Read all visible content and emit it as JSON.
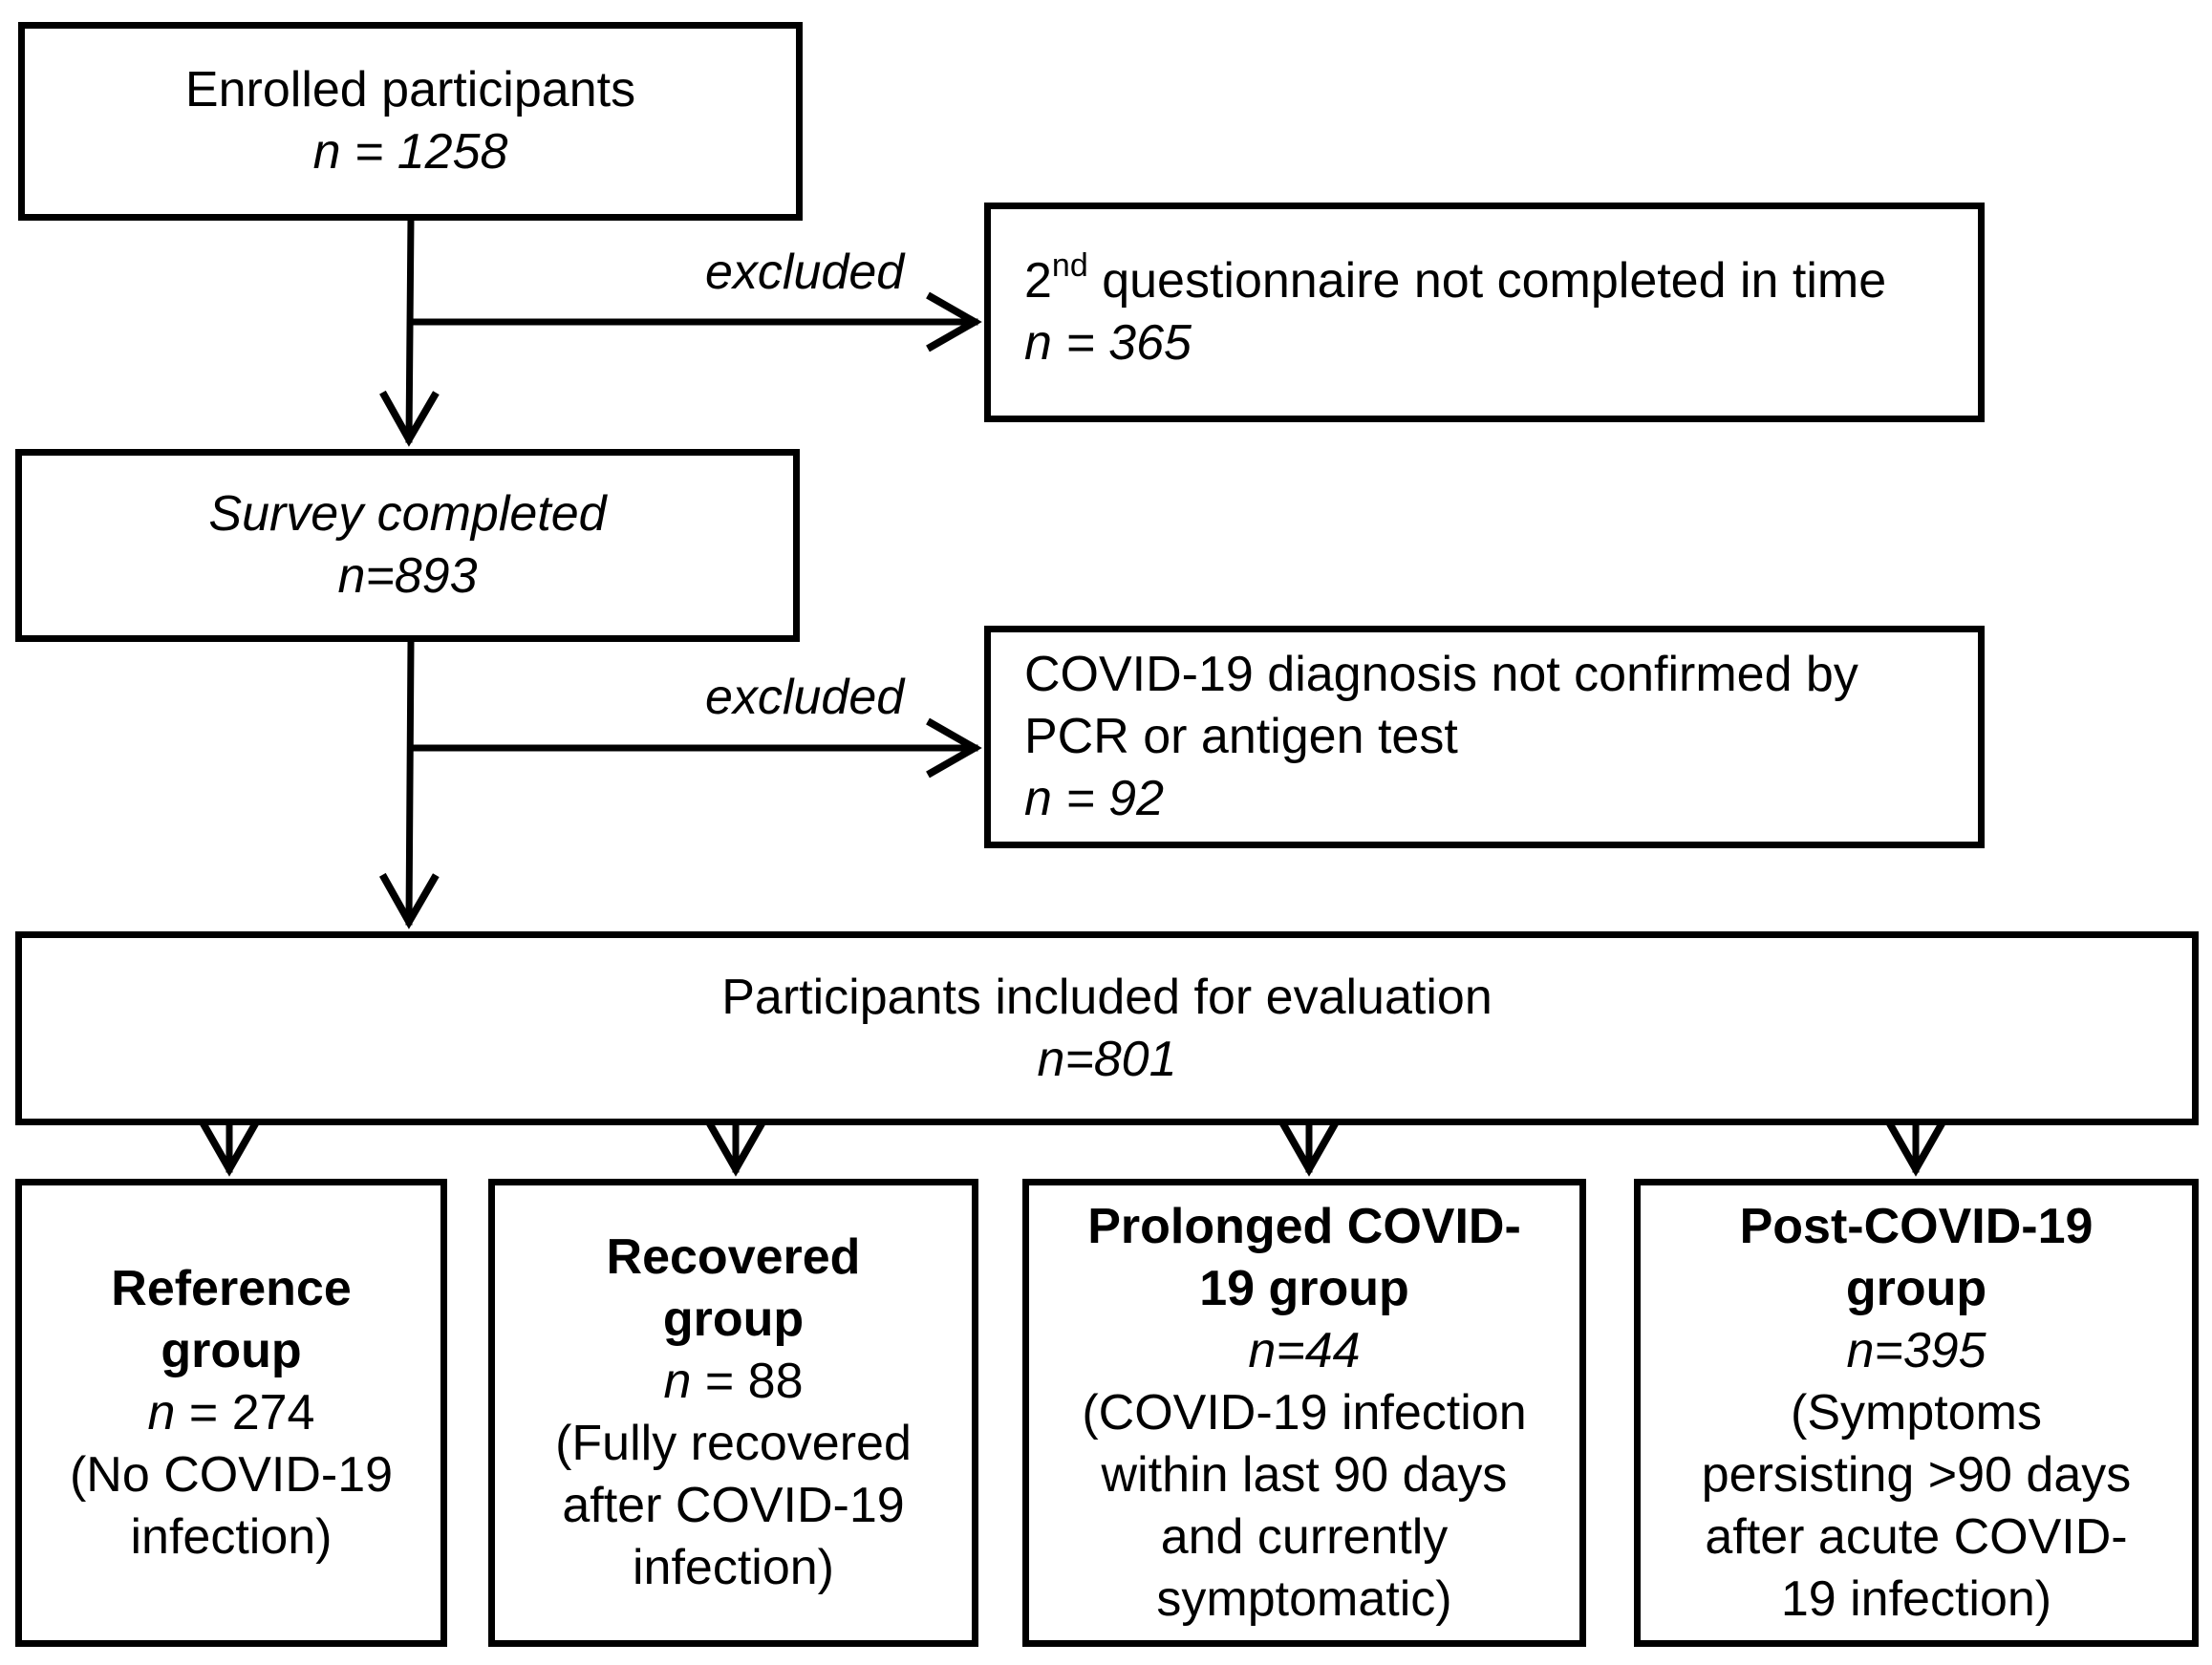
{
  "enrolled": {
    "title": "Enrolled participants",
    "n": "n = 1258"
  },
  "exclusion1": {
    "label": "excluded",
    "ordinal": "2",
    "ordinal_suffix": "nd",
    "text": " questionnaire not completed in time",
    "n": "n = 365"
  },
  "survey": {
    "title": "Survey completed",
    "n": "n=893"
  },
  "exclusion2": {
    "label": "excluded",
    "line1": "COVID-19 diagnosis not confirmed by",
    "line2": "PCR or antigen test",
    "n": "n = 92"
  },
  "included": {
    "title": "Participants included for evaluation",
    "n": "n=801"
  },
  "groups": [
    {
      "title1": "Reference",
      "title2": "group",
      "n_var": "n",
      "n_rest": " = 274",
      "desc": [
        "(No COVID-19",
        "infection)"
      ]
    },
    {
      "title1": "Recovered",
      "title2": "group",
      "n_var": "n",
      "n_rest": " = 88",
      "desc": [
        "(Fully recovered",
        "after COVID-19",
        "infection)"
      ]
    },
    {
      "title1": "Prolonged COVID-",
      "title2": "19 group",
      "n": "n=44",
      "desc": [
        "(COVID-19 infection",
        "within last 90 days",
        "and currently",
        "symptomatic)"
      ]
    },
    {
      "title1": "Post-COVID-19",
      "title2": "group",
      "n": "n=395",
      "desc": [
        "(Symptoms",
        "persisting >90 days",
        "after acute COVID-",
        "19 infection)"
      ]
    }
  ]
}
